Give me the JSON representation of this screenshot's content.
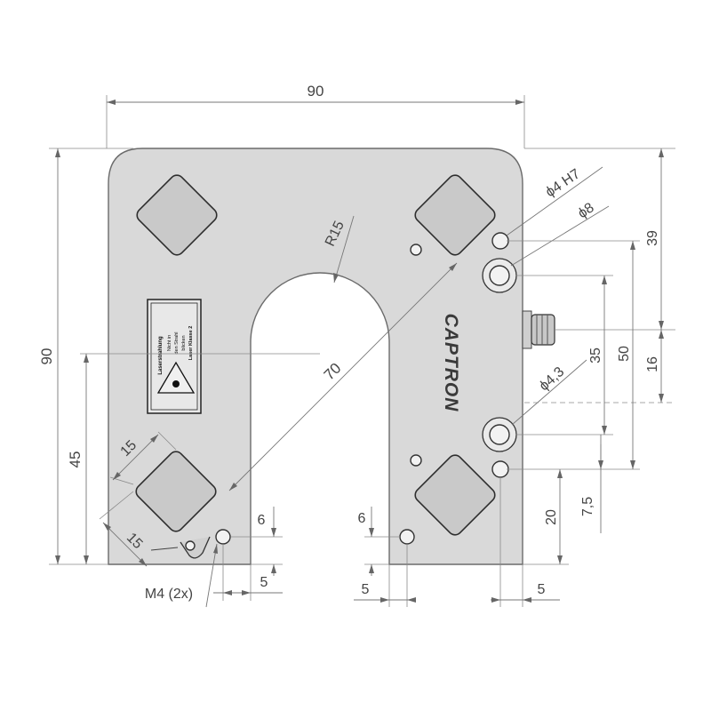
{
  "dimensions": {
    "overall_width": "90",
    "overall_height": "90",
    "left_height": "45",
    "radius": "R15",
    "diagonal": "70",
    "pad_size_a": "15",
    "pad_size_b": "15",
    "mount_hole": "M4 (2x)",
    "left_hole_offset_y": "6",
    "left_hole_offset_x": "5",
    "right_hole_offset_y": "6",
    "right_hole_offset_x": "5",
    "right_edge_offset_x": "5",
    "hole_small": "ϕ4 H7",
    "hole_large": "ϕ8",
    "hole_mid": "ϕ4,3",
    "right_39": "39",
    "right_16": "16",
    "right_50": "50",
    "right_35": "35",
    "right_20": "20",
    "right_7_5": "7,5"
  },
  "brand": "CAPTRON",
  "label_lines": [
    "Laserstrahlung",
    "Nicht in",
    "den Strahl",
    "blicken",
    "Laser Klasse 2"
  ],
  "colors": {
    "plate": "#d9d9d9",
    "pad": "#c9c9c9",
    "outline": "#2e2e2e",
    "dimension": "#777777"
  }
}
